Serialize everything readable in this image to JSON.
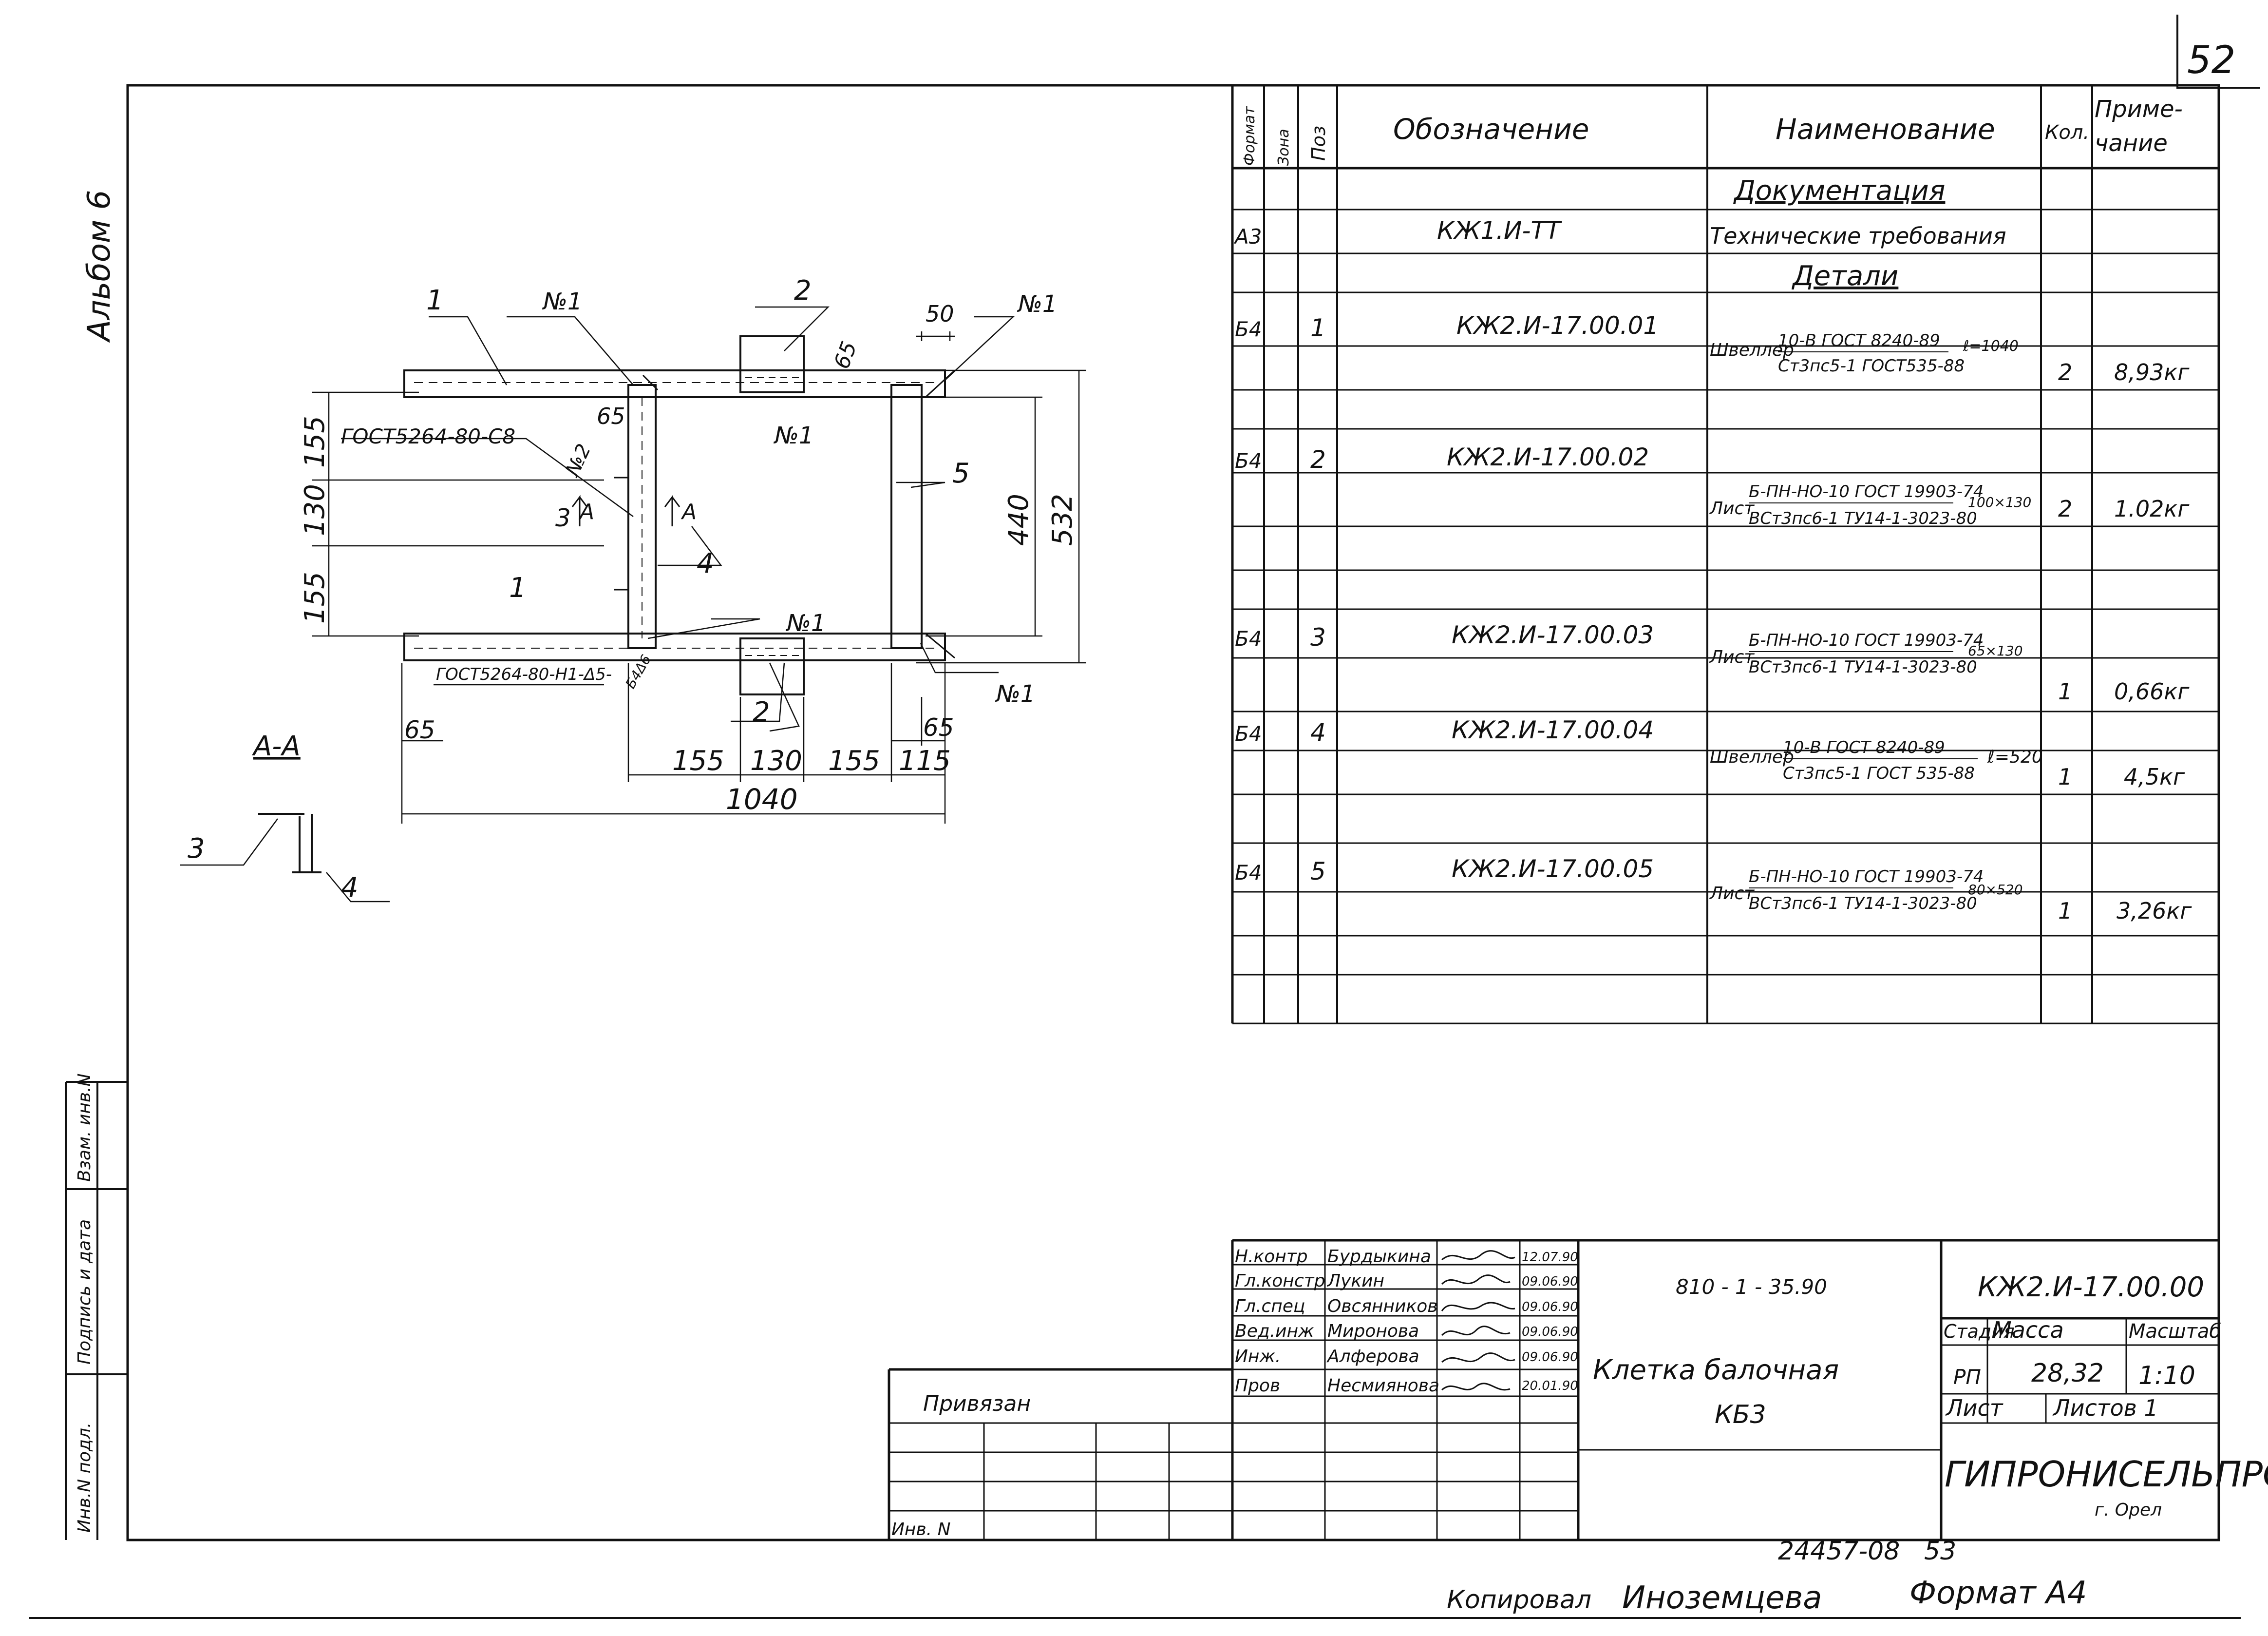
{
  "page_number": "52",
  "album": "Альбом 6",
  "spec": {
    "headers": {
      "format": "Формат",
      "zone": "Зона",
      "pos": "Поз",
      "designation": "Обозначение",
      "name": "Наименование",
      "qty": "Кол.",
      "note_1": "Приме-",
      "note_2": "чание"
    },
    "section_documentation": "Документация",
    "doc_row": {
      "format": "А3",
      "designation": "КЖ1.И-ТТ",
      "name": "Технические требования"
    },
    "section_details": "Детали",
    "rows": [
      {
        "format": "Б4",
        "pos": "1",
        "designation": "КЖ2.И-17.00.01",
        "name_prefix": "Швеллер",
        "name_top": "10-В ГОСТ 8240-89",
        "name_bottom": "Ст3пс5-1 ГОСТ535-88",
        "name_suffix": "ℓ=1040",
        "qty": "2",
        "note": "8,93кг"
      },
      {
        "format": "Б4",
        "pos": "2",
        "designation": "КЖ2.И-17.00.02",
        "name_prefix": "Лист",
        "name_top": "Б-ПН-НО-10 ГОСТ 19903-74",
        "name_bottom": "ВСт3пс6-1 ТУ14-1-3023-80",
        "name_suffix": "100×130",
        "qty": "2",
        "note": "1.02кг"
      },
      {
        "format": "Б4",
        "pos": "3",
        "designation": "КЖ2.И-17.00.03",
        "name_prefix": "Лист",
        "name_top": "Б-ПН-НО-10 ГОСТ 19903-74",
        "name_bottom": "ВСт3пс6-1 ТУ14-1-3023-80",
        "name_suffix": "65×130",
        "qty": "1",
        "note": "0,66кг"
      },
      {
        "format": "Б4",
        "pos": "4",
        "designation": "КЖ2.И-17.00.04",
        "name_prefix": "Швеллер",
        "name_top": "10-В ГОСТ 8240-89",
        "name_bottom": "Ст3пс5-1 ГОСТ 535-88",
        "name_suffix": "ℓ=520",
        "qty": "1",
        "note": "4,5кг"
      },
      {
        "format": "Б4",
        "pos": "5",
        "designation": "КЖ2.И-17.00.05",
        "name_prefix": "Лист",
        "name_top": "Б-ПН-НО-10 ГОСТ 19903-74",
        "name_bottom": "ВСт3пс6-1 ТУ14-1-3023-80",
        "name_suffix": "80×520",
        "qty": "1",
        "note": "3,26кг"
      }
    ]
  },
  "drawing": {
    "dims": {
      "d155a": "155",
      "d130a": "130",
      "d155b": "155",
      "d440": "440",
      "d532": "532",
      "d50": "50",
      "d65top": "65",
      "d65left": "65",
      "d65weld": "65",
      "d65right": "65",
      "d155c": "155",
      "d130c": "130",
      "d155d": "155",
      "d115": "115",
      "d1040": "1040"
    },
    "labels": {
      "pos1_top": "1",
      "pos1_bot": "1",
      "pos2_top": "2",
      "pos2_bot": "2",
      "pos4": "4",
      "pos5": "5",
      "weld1_tl": "№1",
      "weld1_tr": "№1",
      "weld1_mid": "№1",
      "weld1_bot": "№1",
      "weld1_br": "№1",
      "weld2": "№2",
      "gost_top": "ГОСТ5264-80-С8",
      "gost_bot": "ГОСТ5264-80-Н1-Δ5-",
      "gost_bot_b": "Б4Δ6",
      "cut_left": "А",
      "cut_right": "А",
      "cut_3": "3"
    },
    "section": {
      "title": "А-А",
      "label_3": "3",
      "label_4": "4"
    }
  },
  "title_block": {
    "roles": [
      "Н.контр",
      "Гл.констр",
      "Гл.спец",
      "Вед.инж",
      "Инж.",
      "Пров"
    ],
    "names": [
      "Бурдыкина",
      "Лукин",
      "Овсянников",
      "Миронова",
      "Алферова",
      "Несмиянова"
    ],
    "dates": [
      "12.07.90",
      "09.06.90",
      "09.06.90",
      "09.06.90",
      "09.06.90",
      "20.01.90"
    ],
    "project": "810 - 1 - 35.90",
    "code": "КЖ2.И-17.00.00",
    "title_line1": "Клетка балочная",
    "title_line2": "КБ3",
    "stage_label": "Стадия",
    "mass_label": "Масса",
    "scale_label": "Масштаб",
    "stage": "РП",
    "mass": "28,32",
    "scale": "1:10",
    "sheet_label": "Лист",
    "sheets_label": "Листов 1",
    "org": "ГИПРОНИСЕЛЬПРОМ",
    "city": "г. Орел",
    "privyazan": "Привязан",
    "inv": "Инв. N"
  },
  "side_stamp": [
    "Инв.N подл.",
    "Подпись и дата",
    "Взам. инв.N"
  ],
  "footer": {
    "number": "24457-08",
    "page2": "53",
    "copied": "Копировал",
    "copier": "Иноземцева",
    "format": "Формат А4"
  }
}
